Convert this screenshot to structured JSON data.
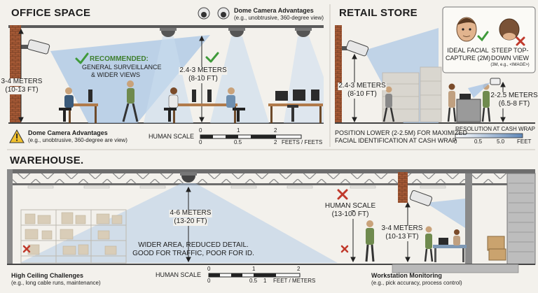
{
  "office": {
    "title": "OFFICE SPACE",
    "top_badge_title": "Dome Camera Advantages",
    "top_badge_sub": "(e.g., unobtrusive, 360-degree view)",
    "wall_height_m": "3-4 METERS",
    "wall_height_ft": "(10-13 FT)",
    "recommended_title": "RECOMMENDED:",
    "recommended_line1": "GENERAL SURVEILLANCE",
    "recommended_line2": "& WIDER VIEWS",
    "ceiling_height_m": "2.4-3 METERS",
    "ceiling_height_ft": "(8-10 FT)",
    "warning_title": "Dome Camera Advantages",
    "warning_sub": "(e.g., unobtrusive, 360-degree are view)",
    "scale_label": "HUMAN SCALE",
    "scale_top": [
      "0",
      "1",
      "2"
    ],
    "scale_bottom": [
      "0",
      "0.5",
      "2"
    ],
    "scale_unit": "FEETS / FEETS"
  },
  "retail": {
    "title": "RETAIL STORE",
    "left_height_m": "2.4-3 METERS",
    "left_height_ft": "(8-10 FT)",
    "card_ideal_line1": "IDEAL FACIAL",
    "card_ideal_line2": "CAPTURE (2M)",
    "card_steep_line1": "STEEP TOP-",
    "card_steep_line2": "DOWN VIEW",
    "card_steep_sub": "(3M, e.g., <IMAGE>)",
    "right_height_m": "2-2.5 METERS",
    "right_height_ft": "(6.5-8 FT)",
    "position_line1": "POSITION LOWER (2-2.5M) FOR MAXIMIZED",
    "position_line2": "FACIAL IDENTIFICATION AT CASH WRAP",
    "resolution_title": "RESOLUTION AT CASH WRAP",
    "resolution_ticks": [
      "0",
      "0.5",
      "5.0"
    ],
    "resolution_unit": "FEET"
  },
  "warehouse": {
    "title": "WAREHOUSE.",
    "height_m": "4-6 METERS",
    "height_ft": "(13-20 FT)",
    "note_line1": "WIDER AREA, REDUCED DETAIL.",
    "note_line2": "GOOD FOR TRAFFIC, POOR FOR ID.",
    "human_scale_line1": "HUMAN SCALE",
    "human_scale_line2": "(13-100 FT)",
    "right_height_m": "3-4 METERS",
    "right_height_ft": "(10-13 FT)",
    "challenges_title": "High Ceiling Challenges",
    "challenges_sub": "(e.g., long cable runs, maintenance)",
    "scale_label": "HUMAN SCALE",
    "scale_top": [
      "0",
      "1",
      "2"
    ],
    "scale_bottom": [
      "0",
      "0.5",
      "1"
    ],
    "scale_unit": "FEET / METERS",
    "workstation_title": "Workstation Monitoring",
    "workstation_sub": "(e.g., pick accuracy, process control)"
  },
  "colors": {
    "cone": "#a9c6e6",
    "check": "#3f9a3a",
    "cross": "#c0392b",
    "warning": "#f2c12e",
    "wall_brick": "#a0522d"
  }
}
